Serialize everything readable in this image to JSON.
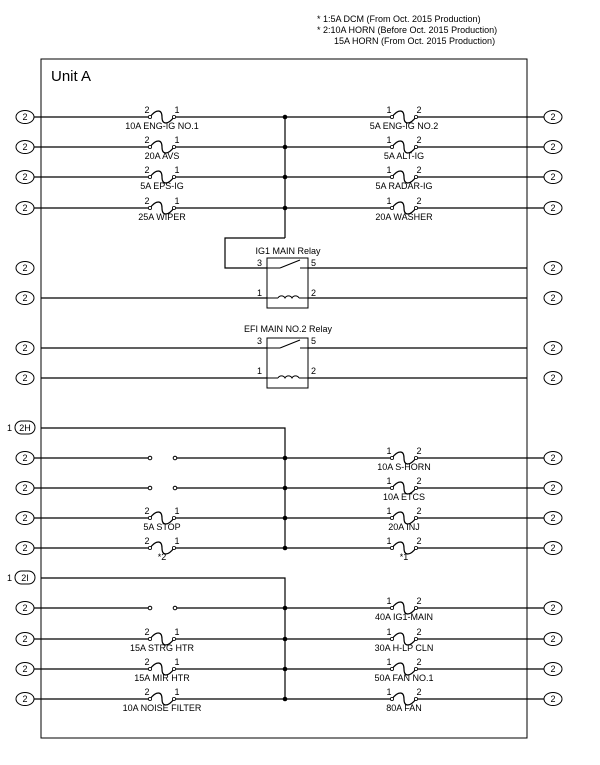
{
  "notes": [
    "* 1:5A DCM (From Oct. 2015 Production)",
    "* 2:10A HORN (Before Oct. 2015 Production)",
    "15A HORN (From Oct. 2015 Production)"
  ],
  "unit_title": "Unit A",
  "connector_label": "2",
  "bus_labels": [
    {
      "pin": "1",
      "conn": "2H"
    },
    {
      "pin": "1",
      "conn": "2I"
    }
  ],
  "fuses_left": [
    {
      "label": "10A ENG-IG NO.1",
      "pins": [
        "2",
        "1"
      ]
    },
    {
      "label": "20A AVS",
      "pins": [
        "2",
        "1"
      ]
    },
    {
      "label": "5A EPS-IG",
      "pins": [
        "2",
        "1"
      ]
    },
    {
      "label": "25A WIPER",
      "pins": [
        "2",
        "1"
      ]
    },
    {
      "label": "5A STOP",
      "pins": [
        "2",
        "1"
      ]
    },
    {
      "label": "*2",
      "pins": [
        "2",
        "1"
      ]
    },
    {
      "label": "15A STRG HTR",
      "pins": [
        "2",
        "1"
      ]
    },
    {
      "label": "15A MIR HTR",
      "pins": [
        "2",
        "1"
      ]
    },
    {
      "label": "10A NOISE FILTER",
      "pins": [
        "2",
        "1"
      ]
    }
  ],
  "fuses_right": [
    {
      "label": "5A ENG-IG NO.2",
      "pins": [
        "1",
        "2"
      ]
    },
    {
      "label": "5A ALT-IG",
      "pins": [
        "1",
        "2"
      ]
    },
    {
      "label": "5A RADAR-IG",
      "pins": [
        "1",
        "2"
      ]
    },
    {
      "label": "20A WASHER",
      "pins": [
        "1",
        "2"
      ]
    },
    {
      "label": "10A S-HORN",
      "pins": [
        "1",
        "2"
      ]
    },
    {
      "label": "10A ETCS",
      "pins": [
        "1",
        "2"
      ]
    },
    {
      "label": "20A INJ",
      "pins": [
        "1",
        "2"
      ]
    },
    {
      "label": "*1",
      "pins": [
        "1",
        "2"
      ]
    },
    {
      "label": "40A IG1-MAIN",
      "pins": [
        "1",
        "2"
      ]
    },
    {
      "label": "30A H-LP CLN",
      "pins": [
        "1",
        "2"
      ]
    },
    {
      "label": "50A FAN NO.1",
      "pins": [
        "1",
        "2"
      ]
    },
    {
      "label": "80A FAN",
      "pins": [
        "1",
        "2"
      ]
    }
  ],
  "relays": [
    {
      "label": "IG1 MAIN Relay",
      "pins": [
        "3",
        "5",
        "1",
        "2"
      ]
    },
    {
      "label": "EFI MAIN NO.2 Relay",
      "pins": [
        "3",
        "5",
        "1",
        "2"
      ]
    }
  ]
}
